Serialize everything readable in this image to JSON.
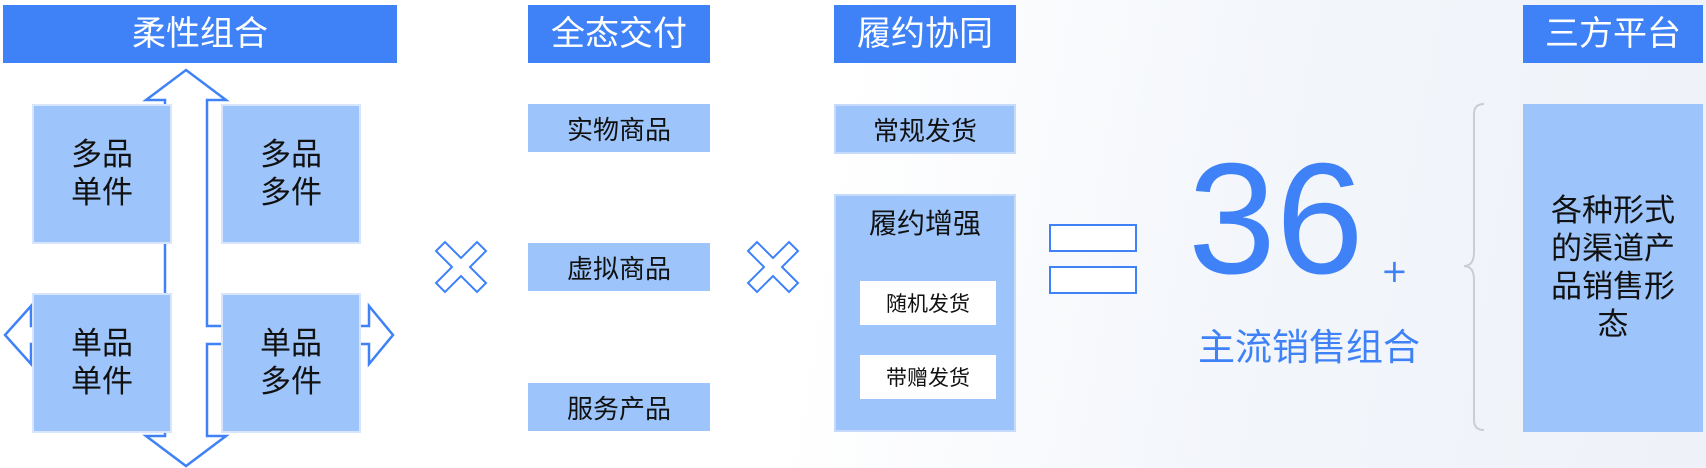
{
  "headers": {
    "flexible": "柔性组合",
    "delivery": "全态交付",
    "fulfillment": "履约协同",
    "platform": "三方平台"
  },
  "quadrants": {
    "top_left": [
      "多品",
      "单件"
    ],
    "top_right": [
      "多品",
      "多件"
    ],
    "bottom_left": [
      "单品",
      "单件"
    ],
    "bottom_right": [
      "单品",
      "多件"
    ]
  },
  "delivery_items": [
    "实物商品",
    "虚拟商品",
    "服务产品"
  ],
  "fulfillment": {
    "regular": "常规发货",
    "enhanced_title": "履约增强",
    "enhanced_items": [
      "随机发货",
      "带赠发货"
    ]
  },
  "result": {
    "number": "36",
    "plus": "+",
    "label": "主流销售组合"
  },
  "platform_text": "各种形式的渠道产品销售形态",
  "colors": {
    "primary_blue": "#3f82f7",
    "light_blue": "#9ec5fb",
    "white": "#ffffff"
  }
}
